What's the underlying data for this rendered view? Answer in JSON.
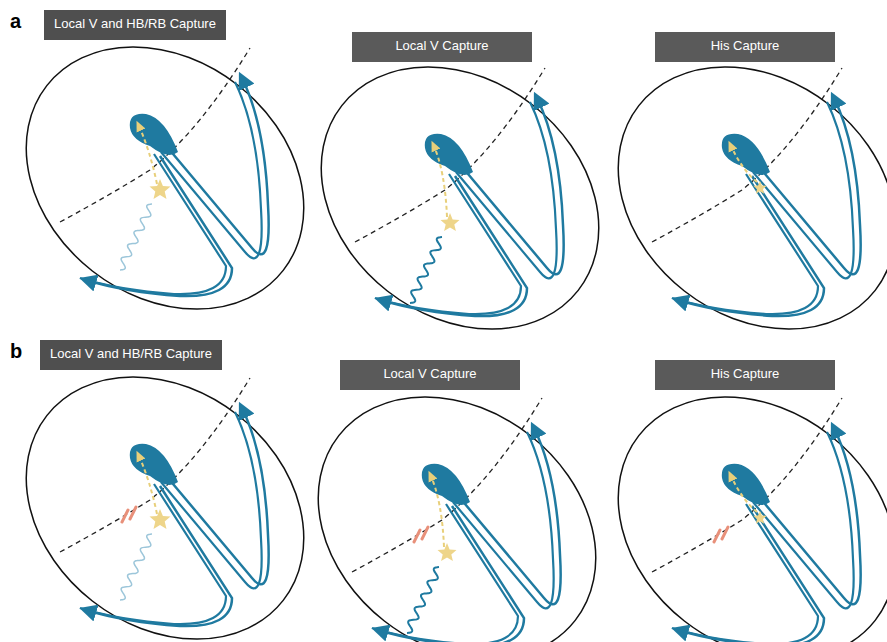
{
  "diagram": {
    "nodes": [
      {
        "text": [
          "Local V and HB/RB Capture"
        ]
      },
      {
        "text": [
          "Local V Capture"
        ]
      },
      {
        "text": [
          "His Capture"
        ]
      },
      {
        "text": [
          "Local V and HB/RB Capture"
        ]
      },
      {
        "text": [
          "Local V Capture"
        ]
      },
      {
        "text": [
          "His Capture"
        ]
      }
    ],
    "labels": [
      "a",
      "b"
    ]
  }
}
